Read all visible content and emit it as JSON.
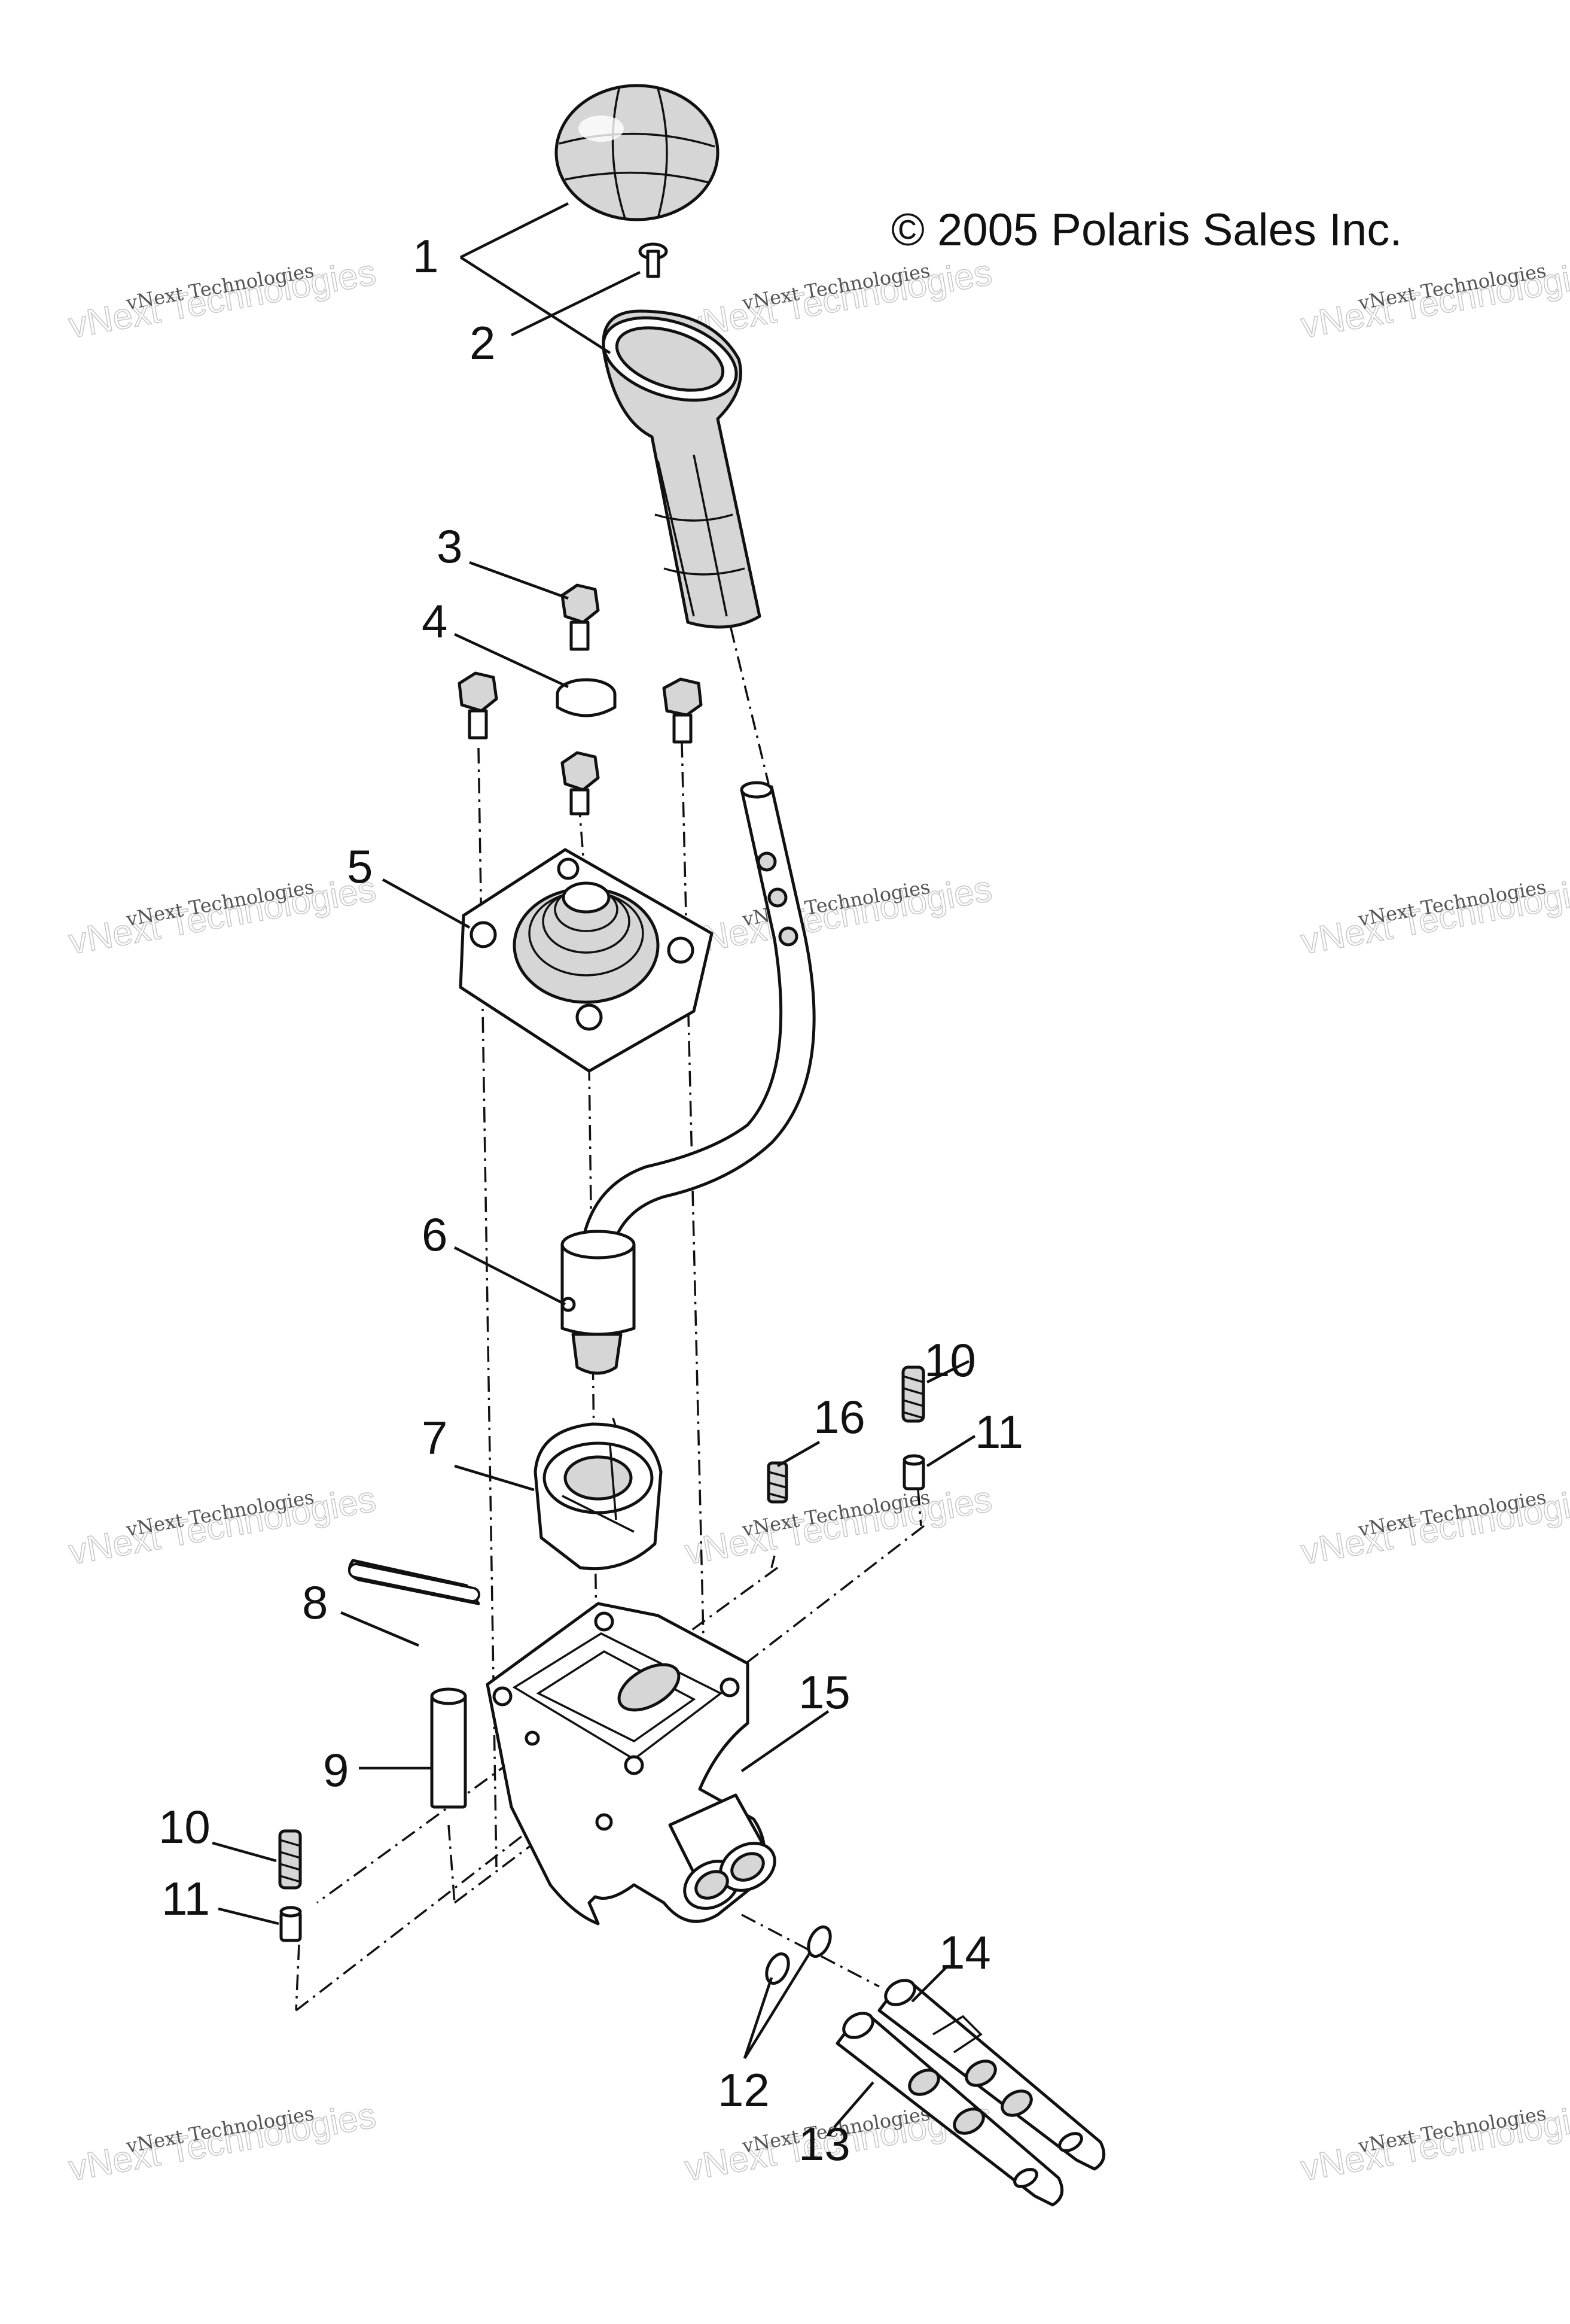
{
  "copyright": "© 2005 Polaris Sales Inc.",
  "watermark": {
    "line1": "vNext Technologies",
    "line2": "vNext Technologies"
  },
  "callouts": [
    "1",
    "2",
    "3",
    "4",
    "5",
    "6",
    "7",
    "8",
    "9",
    "10",
    "11",
    "16",
    "15",
    "10",
    "11",
    "12",
    "13",
    "14"
  ],
  "parts": [
    "shift-knob",
    "knob-screw",
    "shift-boot",
    "flange-bolt",
    "bushing-ring",
    "shift-boot-plate",
    "shift-lever",
    "shift-pivot-ball",
    "roll-pin",
    "dowel-pin",
    "detent-spring",
    "detent-plunger",
    "set-screw",
    "shift-housing",
    "o-ring",
    "shift-rail-13",
    "shift-rail-14"
  ]
}
